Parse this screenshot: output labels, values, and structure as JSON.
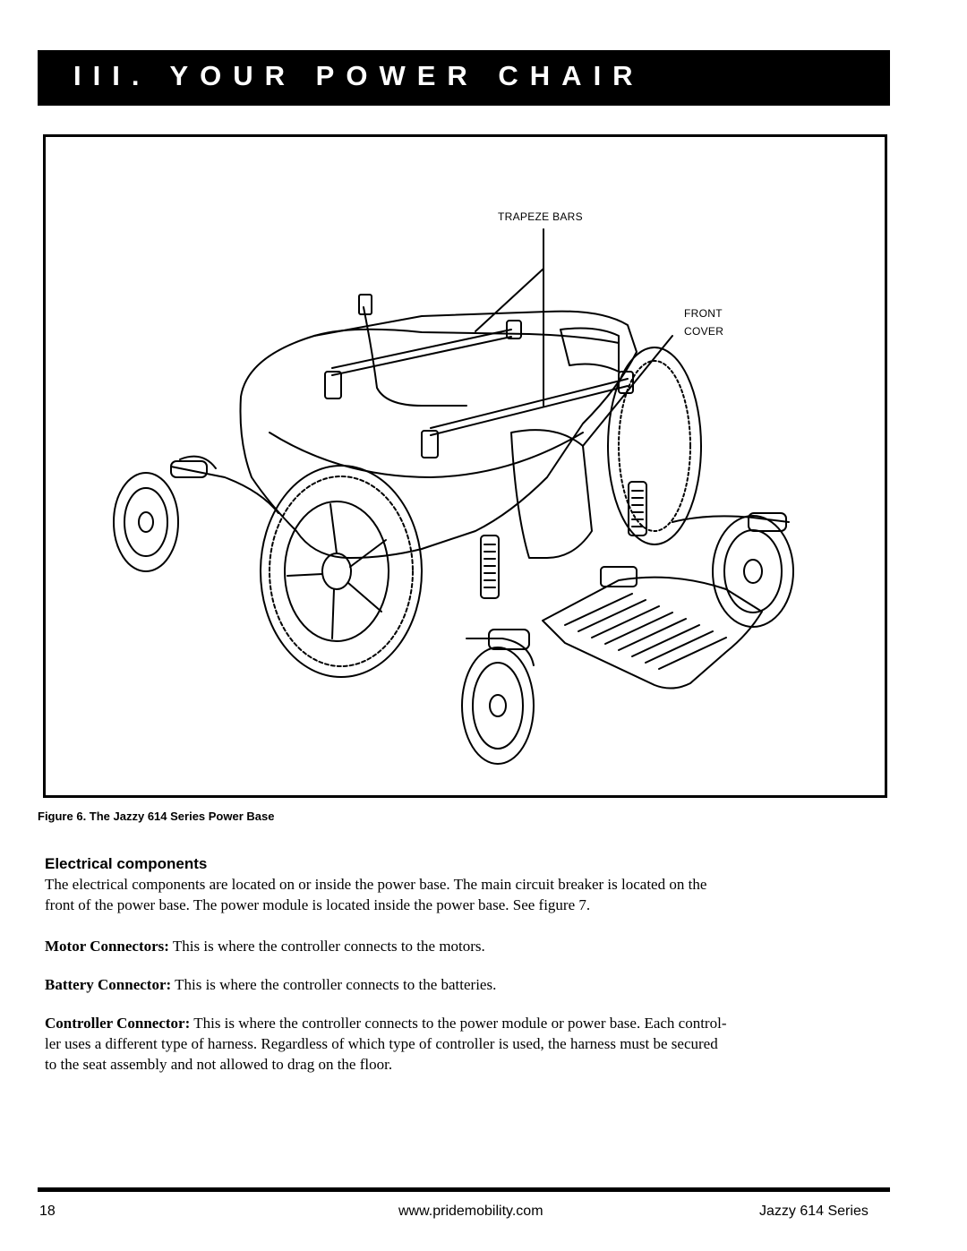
{
  "header": {
    "title": "III. YOUR POWER CHAIR"
  },
  "figure": {
    "callouts": {
      "trapeze_bars": "TRAPEZE BARS",
      "front": "FRONT",
      "cover": "COVER"
    },
    "caption": "Figure 6. The Jazzy 614 Series Power Base"
  },
  "section": {
    "heading": "Electrical components",
    "intro_line1": "The electrical components are located on or inside the power base. The main circuit breaker is located on the",
    "intro_line2": "front of the power base. The power module is located inside the power base. See figure 7.",
    "motor_label": "Motor Connectors:",
    "motor_text": " This is where the controller connects to the motors.",
    "battery_label": "Battery Connector:",
    "battery_text": " This is where the controller connects to the batteries.",
    "controller_label": "Controller Connector:",
    "controller_line1": " This is where the controller connects to the power module or power base. Each control-",
    "controller_line2": "ler uses a different type of harness. Regardless of which type of controller is used, the harness must be secured",
    "controller_line3": "to the seat assembly and not allowed to drag on the floor."
  },
  "footer": {
    "page_number": "18",
    "website": "www.pridemobility.com",
    "product": "Jazzy 614 Series"
  }
}
